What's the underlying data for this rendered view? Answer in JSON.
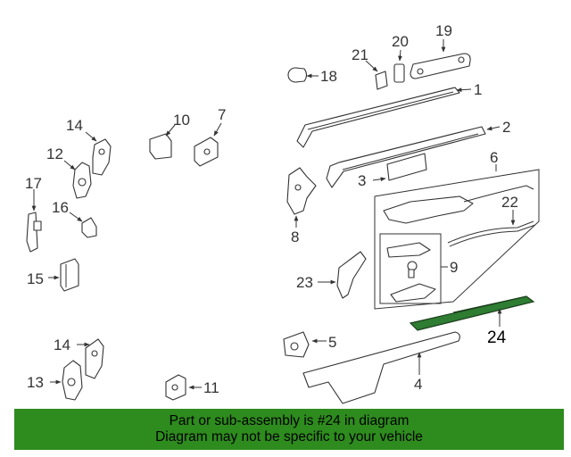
{
  "colors": {
    "highlight": "#2e7d32",
    "banner_bg": "#2e8b1e",
    "line": "#333333"
  },
  "callouts": {
    "c1": "1",
    "c2": "2",
    "c3": "3",
    "c4": "4",
    "c5": "5",
    "c6": "6",
    "c7": "7",
    "c8": "8",
    "c9": "9",
    "c10": "10",
    "c11": "11",
    "c12": "12",
    "c13": "13",
    "c14a": "14",
    "c14b": "14",
    "c15": "15",
    "c16": "16",
    "c17": "17",
    "c18": "18",
    "c19": "19",
    "c20": "20",
    "c21": "21",
    "c22": "22",
    "c23": "23",
    "c24": "24"
  },
  "banner": {
    "line1": "Part or sub-assembly is #24 in diagram",
    "line2": "Diagram may not be specific to your vehicle"
  }
}
